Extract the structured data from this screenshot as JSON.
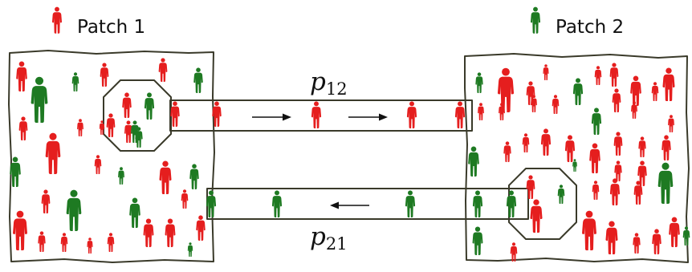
{
  "labels": {
    "patch1": "Patch 1",
    "patch2": "Patch 2",
    "p12": "p",
    "p12_sub": "12",
    "p21": "p",
    "p21_sub": "21"
  },
  "colors": {
    "red": "#e51e1e",
    "green": "#1e7a22",
    "outline": "#3a3a2a",
    "patch2_fill": "#efefef",
    "corridor_top_fill": "#efefef",
    "corridor_bottom_fill": "#ffffff",
    "octagon_fill": "#efefef"
  },
  "icons": {
    "person": "person-icon",
    "arrow": "arrow-icon"
  }
}
